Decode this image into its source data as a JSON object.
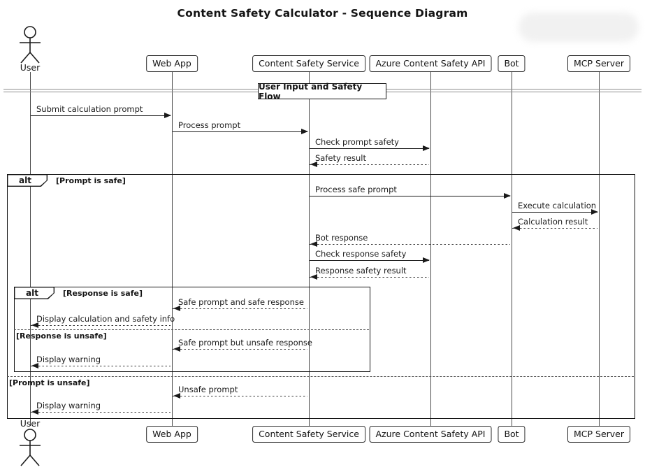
{
  "title": "Content Safety Calculator - Sequence Diagram",
  "participants": [
    {
      "id": "user",
      "label": "User",
      "type": "actor"
    },
    {
      "id": "webapp",
      "label": "Web App",
      "type": "box"
    },
    {
      "id": "css",
      "label": "Content Safety Service",
      "type": "box"
    },
    {
      "id": "azure",
      "label": "Azure Content Safety API",
      "type": "box"
    },
    {
      "id": "bot",
      "label": "Bot",
      "type": "box"
    },
    {
      "id": "mcp",
      "label": "MCP Server",
      "type": "box"
    }
  ],
  "section_divider": {
    "label": "User Input and Safety Flow"
  },
  "messages": [
    {
      "from": "user",
      "to": "webapp",
      "style": "solid",
      "label": "Submit calculation prompt"
    },
    {
      "from": "webapp",
      "to": "css",
      "style": "solid",
      "label": "Process prompt"
    },
    {
      "from": "css",
      "to": "azure",
      "style": "solid",
      "label": "Check prompt safety"
    },
    {
      "from": "azure",
      "to": "css",
      "style": "dashed",
      "label": "Safety result"
    },
    {
      "from": "css",
      "to": "bot",
      "style": "solid",
      "label": "Process safe prompt"
    },
    {
      "from": "bot",
      "to": "mcp",
      "style": "solid",
      "label": "Execute calculation"
    },
    {
      "from": "mcp",
      "to": "bot",
      "style": "dashed",
      "label": "Calculation result"
    },
    {
      "from": "bot",
      "to": "css",
      "style": "dashed",
      "label": "Bot response"
    },
    {
      "from": "css",
      "to": "azure",
      "style": "solid",
      "label": "Check response safety"
    },
    {
      "from": "azure",
      "to": "css",
      "style": "dashed",
      "label": "Response safety result"
    },
    {
      "from": "css",
      "to": "webapp",
      "style": "dashed",
      "label": "Safe prompt and safe response"
    },
    {
      "from": "webapp",
      "to": "user",
      "style": "dashed",
      "label": "Display calculation and safety info"
    },
    {
      "from": "css",
      "to": "webapp",
      "style": "dashed",
      "label": "Safe prompt but unsafe response"
    },
    {
      "from": "webapp",
      "to": "user",
      "style": "dashed",
      "label": "Display warning"
    },
    {
      "from": "css",
      "to": "webapp",
      "style": "dashed",
      "label": "Unsafe prompt"
    },
    {
      "from": "webapp",
      "to": "user",
      "style": "dashed",
      "label": "Display warning"
    }
  ],
  "frames": {
    "outer_alt": {
      "operator": "alt",
      "guard": "[Prompt is safe]",
      "else_guard": "[Prompt is unsafe]"
    },
    "inner_alt": {
      "operator": "alt",
      "guard": "[Response is safe]",
      "else_guard": "[Response is unsafe]"
    }
  },
  "colors": {
    "line": "#1a1a1a",
    "frame_border": "#151515",
    "box_bg": "#fefefe",
    "divider_line": "#8f8f8f"
  }
}
